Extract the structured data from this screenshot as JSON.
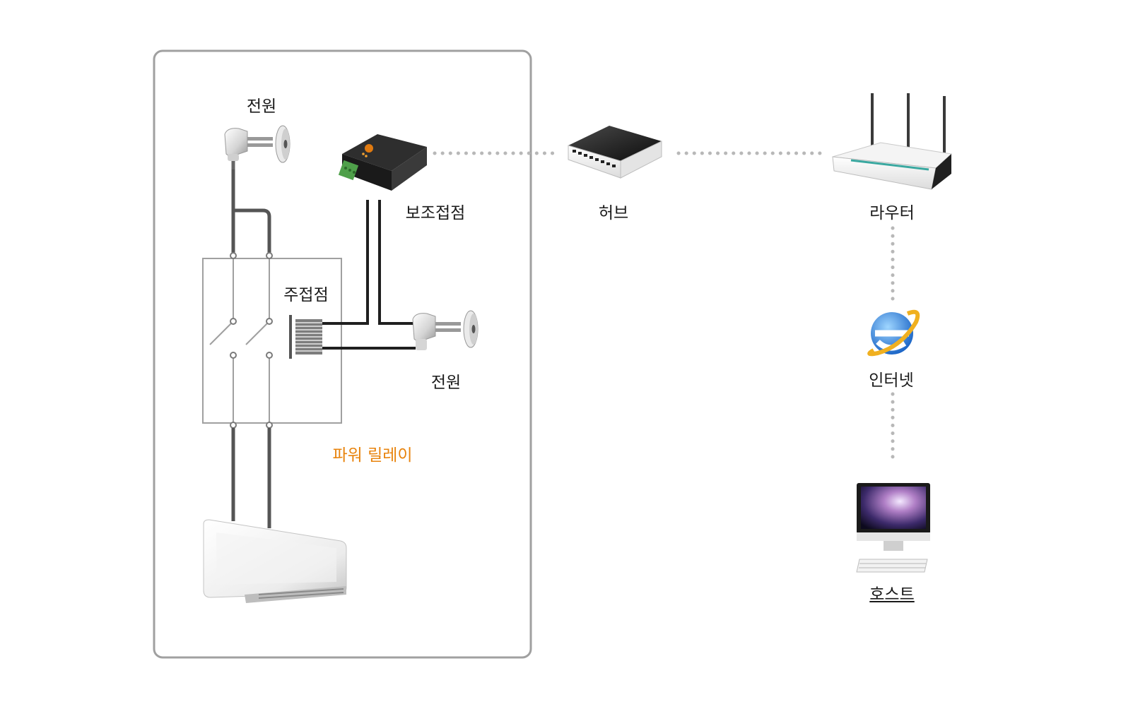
{
  "labels": {
    "power_top": "전원",
    "aux_contact": "보조접점",
    "hub": "허브",
    "router": "라우터",
    "main_contact": "주접점",
    "power_bottom": "전원",
    "power_relay": "파워 릴레이",
    "internet": "인터넷",
    "host": "호스트"
  },
  "colors": {
    "accent": "#e8830c",
    "frame": "#999999",
    "wire": "#555555",
    "dotted_link": "#b8b8b8"
  },
  "icons": {
    "power_plug_top": "power-plug-icon",
    "io_device": "io-controller-icon",
    "hub": "network-hub-icon",
    "router": "wifi-router-icon",
    "power_plug_bottom": "power-plug-icon",
    "coil": "relay-coil-icon",
    "air_conditioner": "air-conditioner-icon",
    "internet": "internet-explorer-icon",
    "host": "desktop-computer-icon"
  }
}
